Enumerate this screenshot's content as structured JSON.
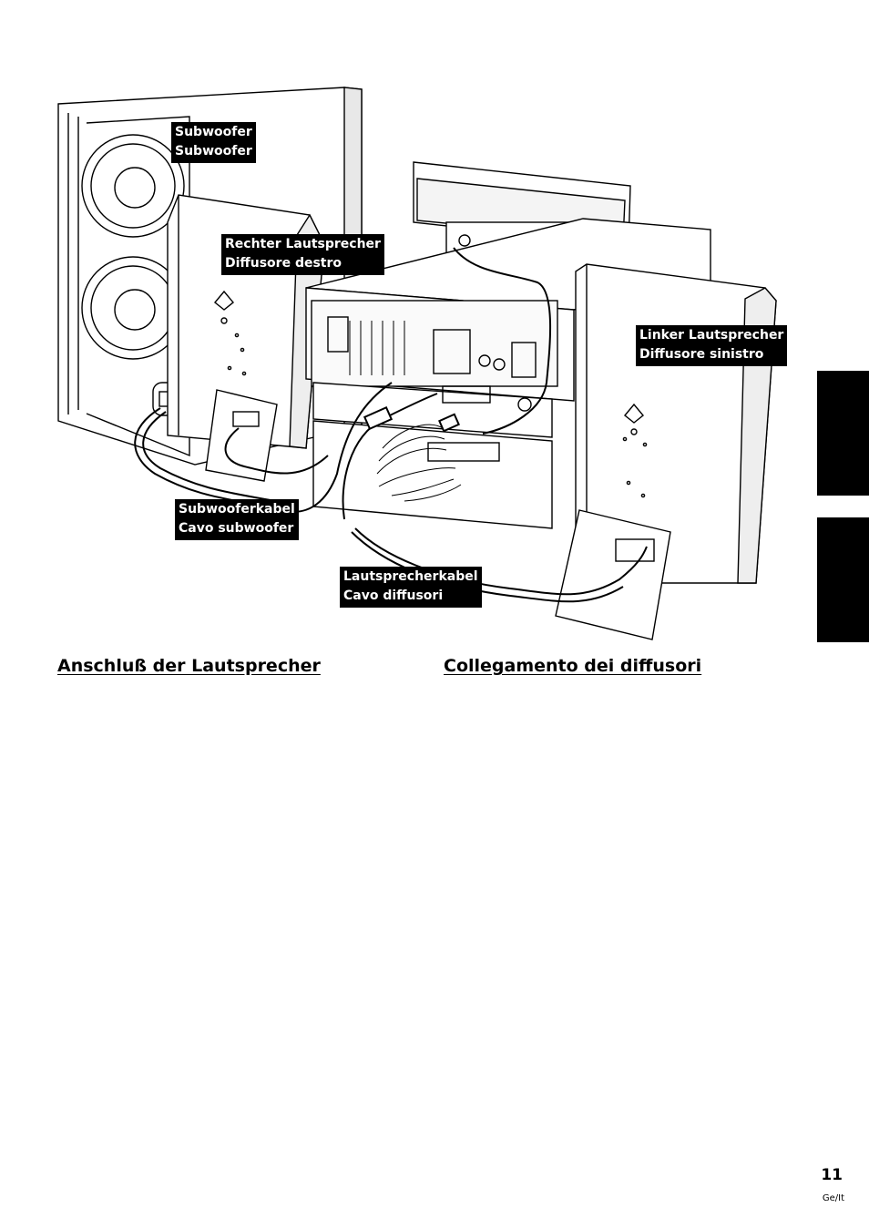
{
  "callouts": {
    "subwoofer": {
      "line1": "Subwoofer",
      "line2": "Subwoofer"
    },
    "right_speaker": {
      "line1": "Rechter Lautsprecher",
      "line2": "Diffusore destro"
    },
    "left_speaker": {
      "line1": "Linker Lautsprecher",
      "line2": "Diffusore sinistro"
    },
    "subwoofer_cable": {
      "line1": "Subwooferkabel",
      "line2": "Cavo subwoofer"
    },
    "speaker_cable": {
      "line1": "Lautsprecherkabel",
      "line2": "Cavo diffusori"
    }
  },
  "headings": {
    "german": "Anschluß der Lautsprecher",
    "italian": "Collegamento dei diffusori"
  },
  "footer": {
    "page_number": "11",
    "language_code": "Ge/It"
  }
}
